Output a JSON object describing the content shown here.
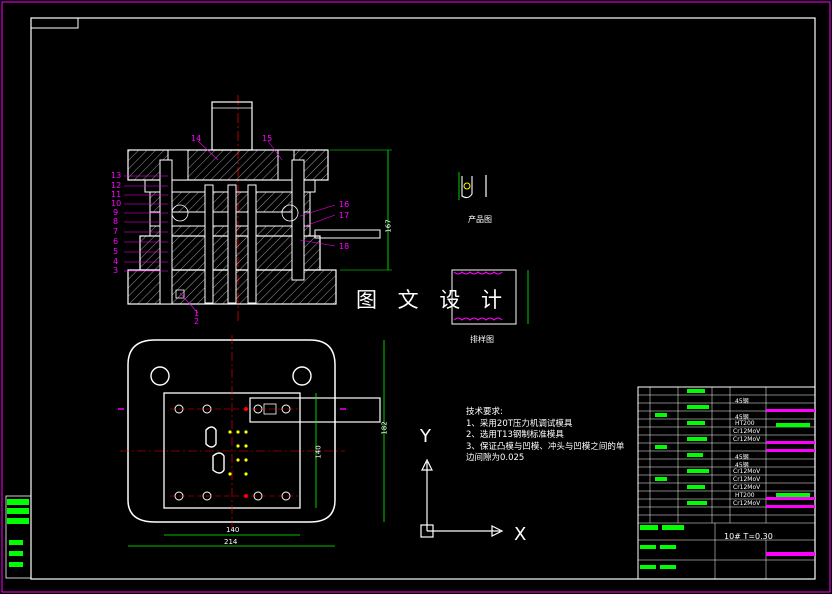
{
  "watermark": "图 文 设 计",
  "labels": {
    "product": "产品图",
    "layout": "排样图",
    "axis_x": "X",
    "axis_y": "Y"
  },
  "technical_requirements": {
    "title": "技术要求:",
    "items": [
      "1、采用20T压力机调试模具",
      "2、选用T13钢制标准模具",
      "3、保证凸模与凹模、冲头与凹模之间的单",
      "边间隙为0.025"
    ]
  },
  "title_block": {
    "material_thickness": "10#  T=0.30",
    "note_left": "10#",
    "note_right": "T=0.30"
  },
  "part_numbers": [
    "13",
    "12",
    "11",
    "10",
    "9",
    "8",
    "7",
    "6",
    "5",
    "4",
    "3",
    "14",
    "15",
    "16",
    "17",
    "18",
    "1",
    "2"
  ],
  "dimensions": {
    "bottom_inner": "140",
    "bottom_outer": "214",
    "side": "182",
    "side_inner": "140",
    "section_height": "167"
  },
  "bom_materials": [
    "45钢",
    "45钢",
    "Cr12MoV",
    "Cr12MoV",
    "HT200",
    "45钢",
    "Cr12MoV",
    "45钢",
    "Cr12MoV",
    "Cr12MoV",
    "Cr12MoV",
    "HT200"
  ],
  "colors": {
    "frame": "#ff00ff",
    "outline": "#ffffff",
    "dimension": "#00ff00",
    "center": "#ff0000",
    "label": "#ff00ff"
  }
}
